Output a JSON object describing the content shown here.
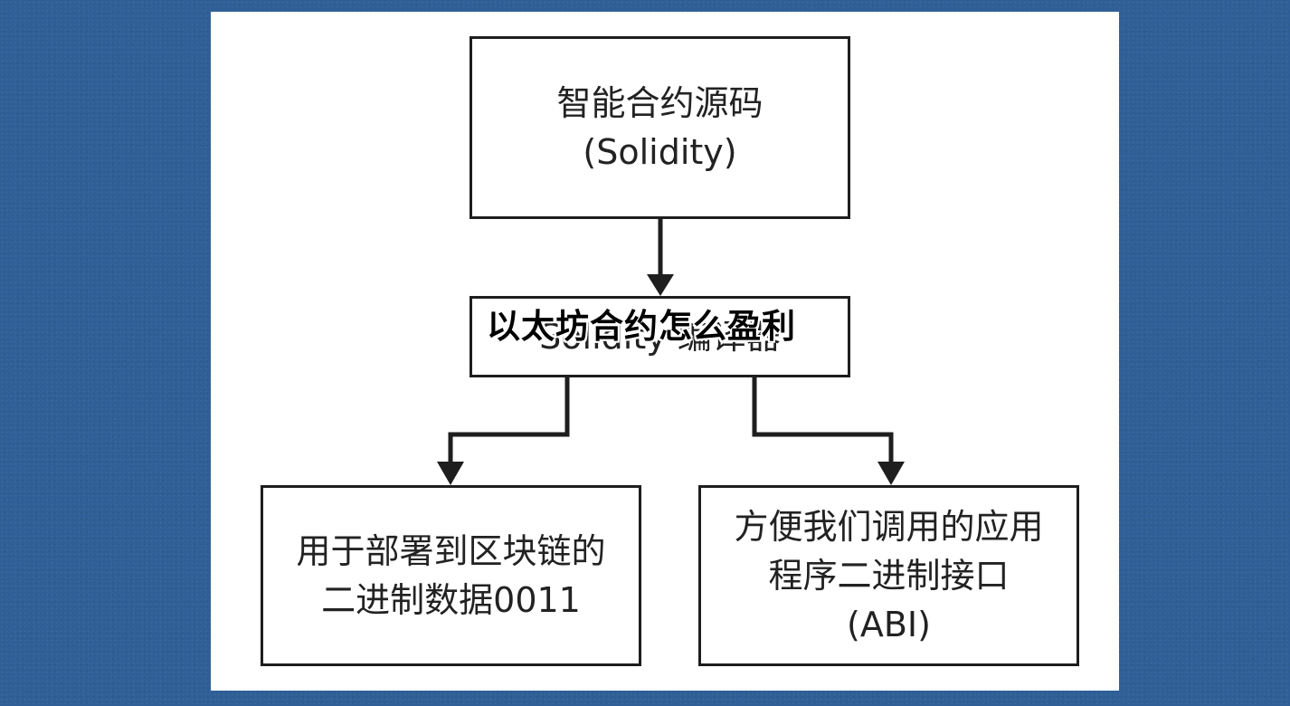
{
  "overlay": {
    "title": "以太坊合约怎么盈利"
  },
  "diagram": {
    "source_box": {
      "line1": "智能合约源码",
      "line2": "(Solidity)"
    },
    "compiler_box": {
      "label": "Solidity 编译器"
    },
    "binary_box": {
      "line1": "用于部署到区块链的",
      "line2": "二进制数据0011"
    },
    "abi_box": {
      "line1": "方便我们调用的应用",
      "line2": "程序二进制接口",
      "line3": "(ABI)"
    }
  },
  "colors": {
    "background": "#2f5f96",
    "panel": "#ffffff",
    "stroke": "#1e1e1e"
  }
}
